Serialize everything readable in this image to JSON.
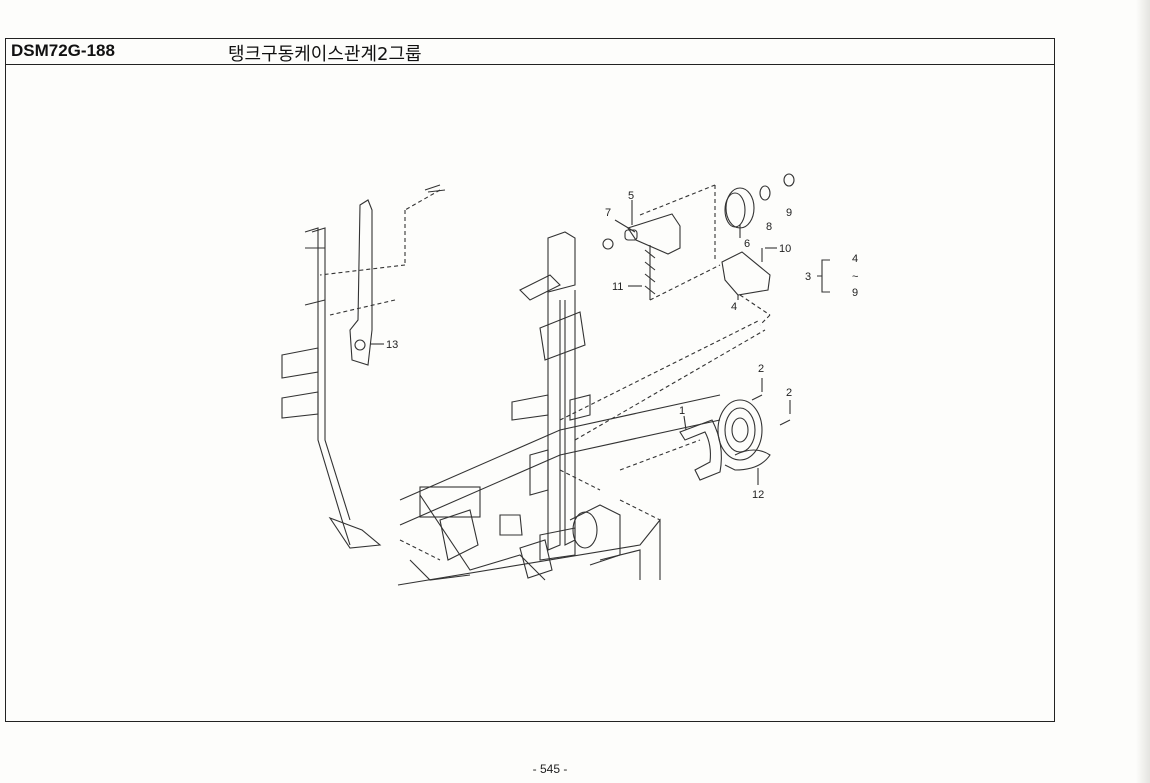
{
  "header": {
    "code": "DSM72G-188",
    "group_name": "탱크구동케이스관계2그룹"
  },
  "callouts": [
    {
      "id": "c1",
      "text": "1"
    },
    {
      "id": "c2a",
      "text": "2"
    },
    {
      "id": "c2b",
      "text": "2"
    },
    {
      "id": "c3",
      "text": "3"
    },
    {
      "id": "c4",
      "text": "4"
    },
    {
      "id": "c5",
      "text": "5"
    },
    {
      "id": "c6",
      "text": "6"
    },
    {
      "id": "c7",
      "text": "7"
    },
    {
      "id": "c8",
      "text": "8"
    },
    {
      "id": "c9",
      "text": "9"
    },
    {
      "id": "c10",
      "text": "10"
    },
    {
      "id": "c11",
      "text": "11"
    },
    {
      "id": "c12",
      "text": "12"
    },
    {
      "id": "c13",
      "text": "13"
    }
  ],
  "bracket_range": {
    "from": "4",
    "sep": "~",
    "to": "9"
  },
  "footer": {
    "page": "- 545 -"
  }
}
